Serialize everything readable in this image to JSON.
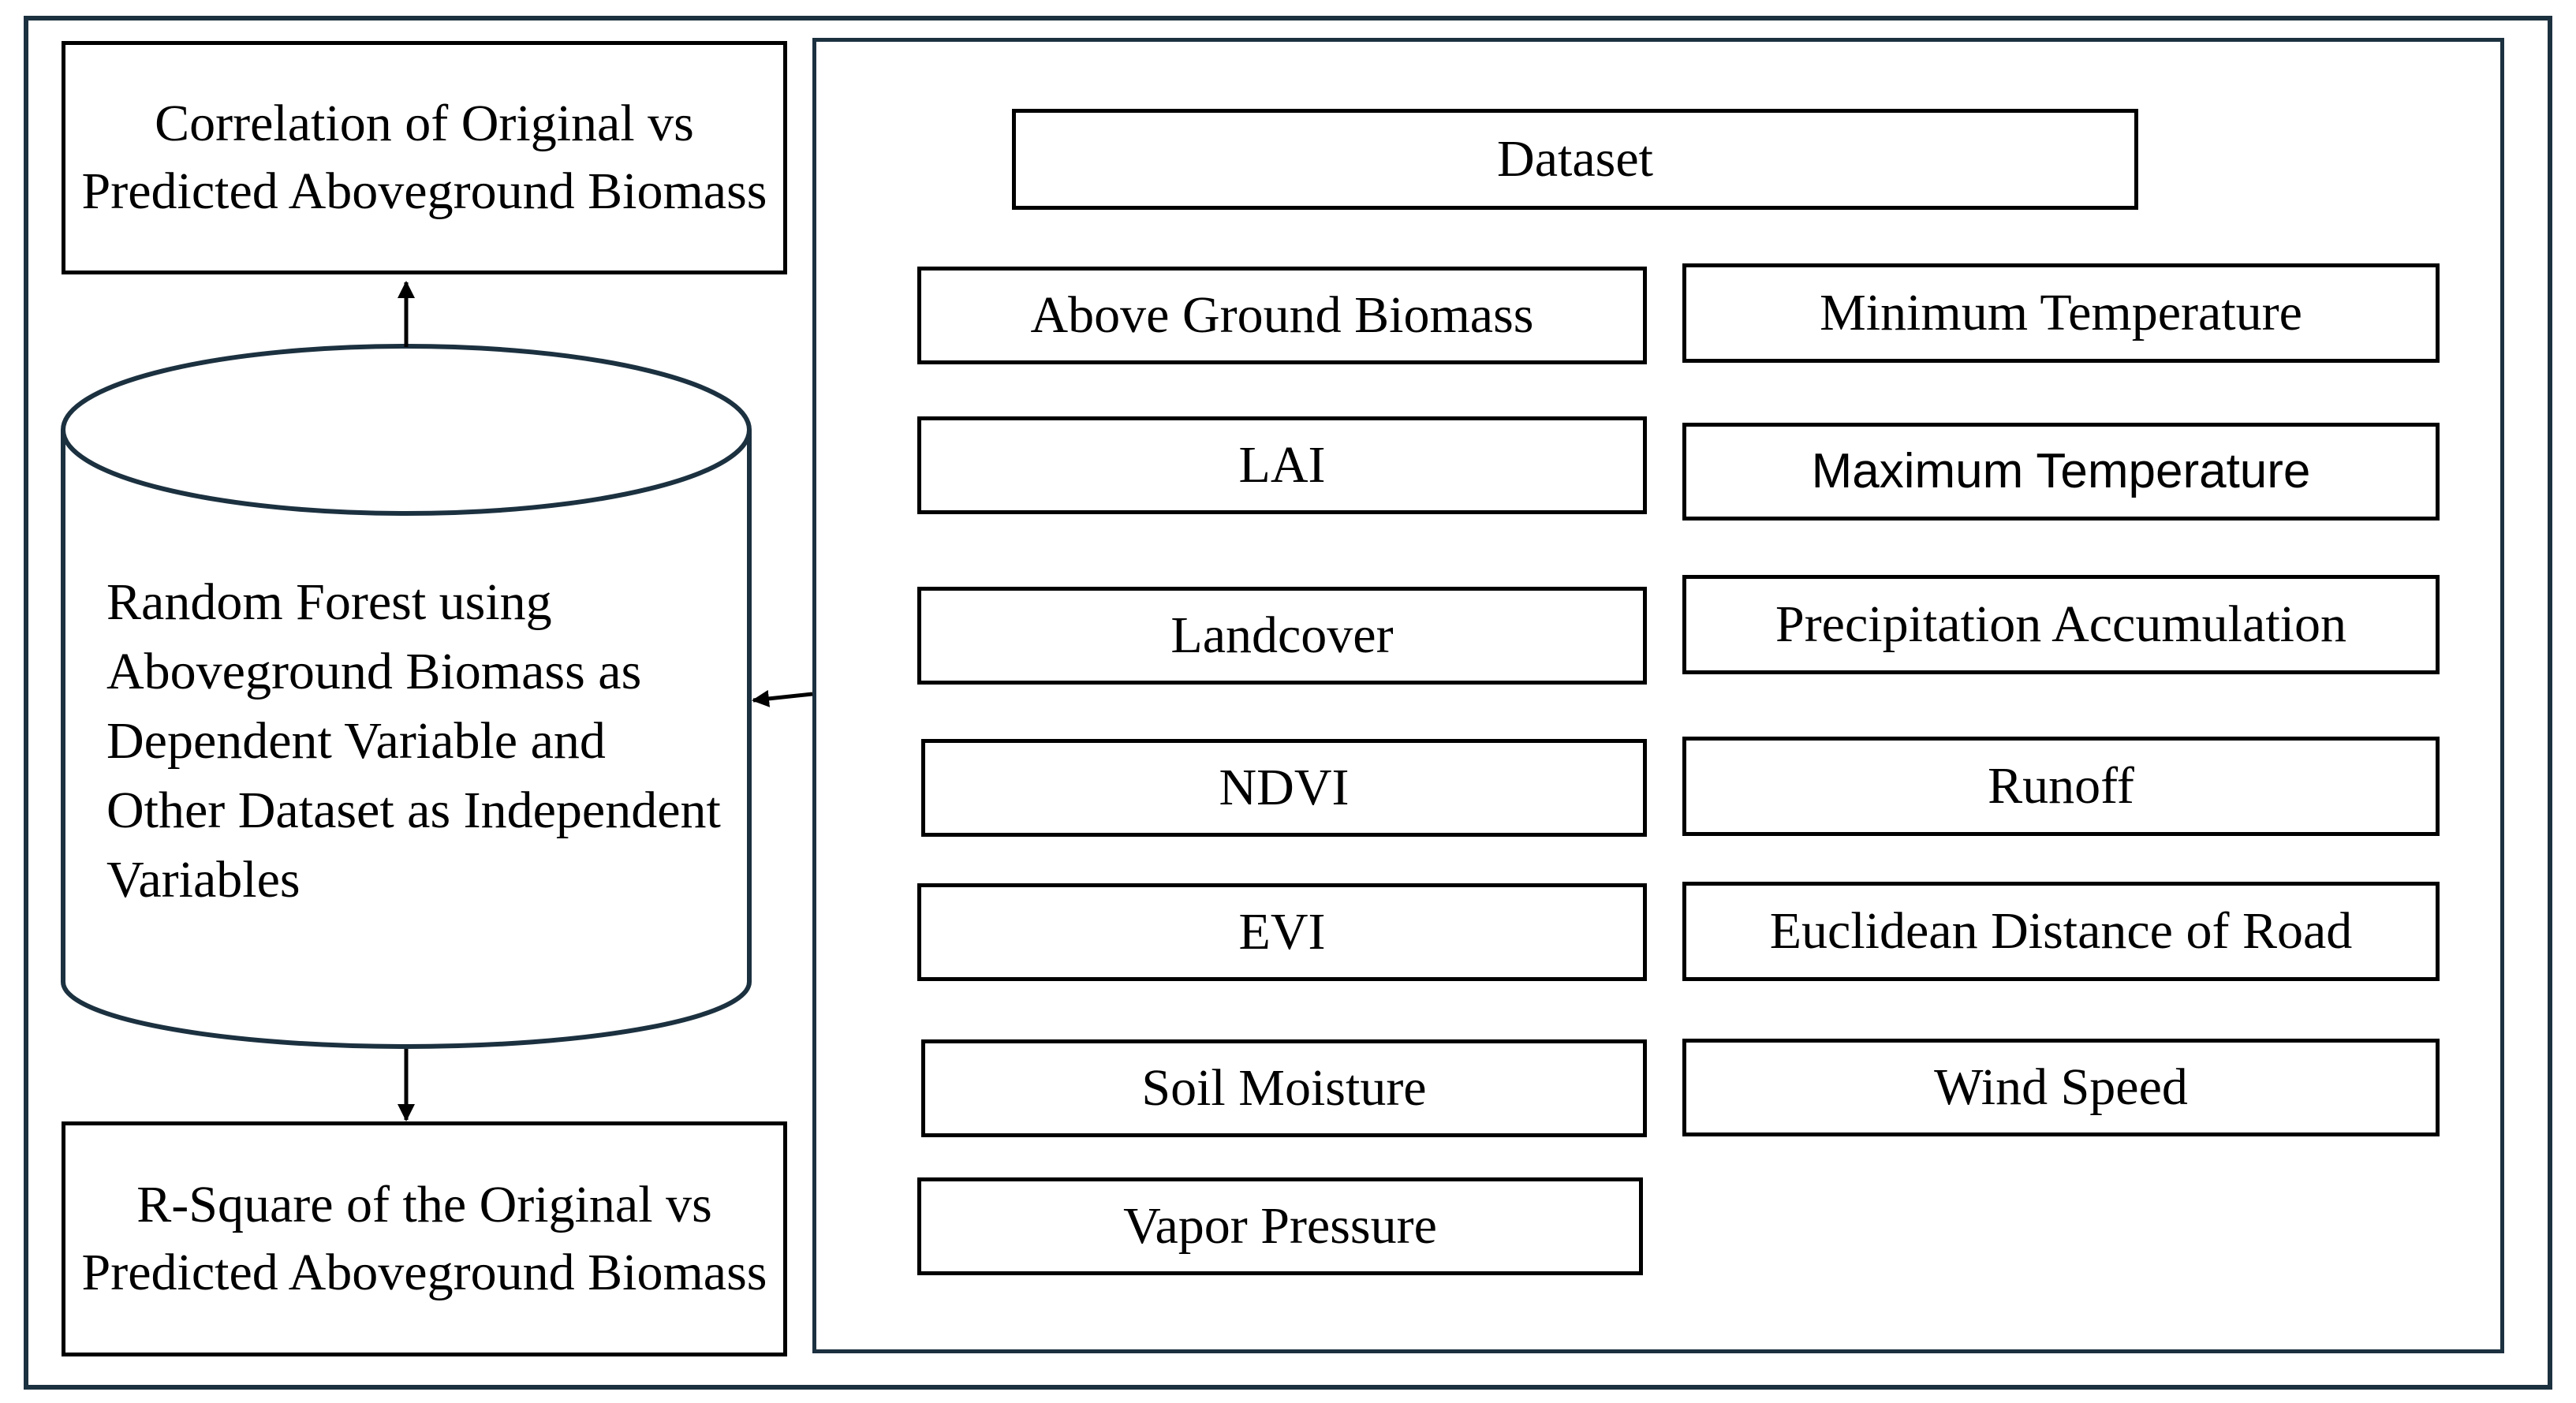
{
  "outputs": {
    "correlation": "Correlation of Original vs Predicted Aboveground Biomass",
    "rsquare": "R-Square of the Original vs Predicted Aboveground Biomass"
  },
  "model": {
    "label": "Random Forest using Aboveground Biomass as Dependent Variable and Other Dataset as Independent Variables"
  },
  "dataset": {
    "title": "Dataset",
    "left_items": [
      "Above Ground Biomass",
      "LAI",
      "Landcover",
      "NDVI",
      "EVI",
      "Soil Moisture",
      "Vapor Pressure"
    ],
    "right_items": [
      "Minimum Temperature",
      "Maximum Temperature",
      "Precipitation Accumulation",
      "Runoff",
      "Euclidean Distance of Road",
      "Wind Speed"
    ]
  },
  "colors": {
    "frame": "#1c3140",
    "box_border": "#000000",
    "background": "#ffffff"
  }
}
